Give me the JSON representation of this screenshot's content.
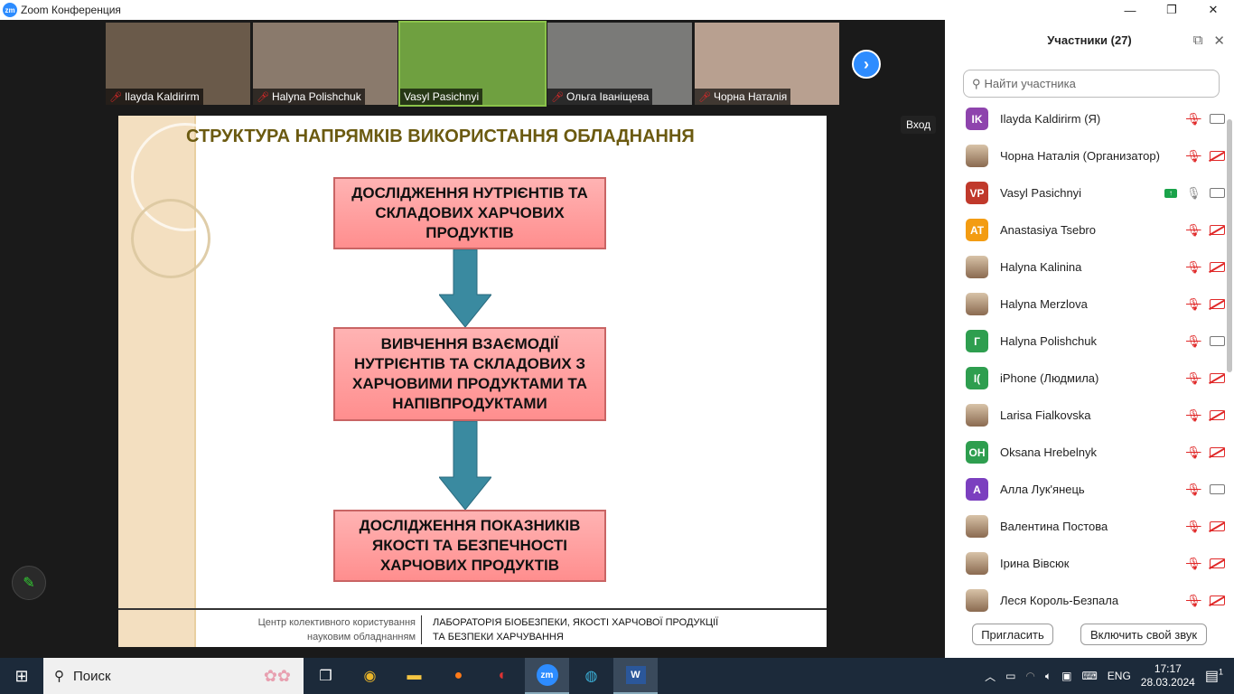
{
  "window": {
    "title": "Zoom Конференция",
    "logo": "zm"
  },
  "videos": [
    {
      "name": "Ilayda Kaldirirm",
      "muted": true,
      "bg": "#6a5a4a"
    },
    {
      "name": "Halyna Polishchuk",
      "muted": true,
      "bg": "#8a7a6c"
    },
    {
      "name": "Vasyl Pasichnyi",
      "muted": false,
      "bg": "#6fa040"
    },
    {
      "name": "Ольга Іваніщева",
      "muted": true,
      "bg": "#7a7a78"
    },
    {
      "name": "Чорна Наталія",
      "muted": true,
      "bg": "#b8a090"
    }
  ],
  "exit_label": "Вход",
  "slide": {
    "title": "СТРУКТУРА НАПРЯМКІВ ВИКОРИСТАННЯ ОБЛАДНАННЯ",
    "boxes": [
      "ДОСЛІДЖЕННЯ НУТРІЄНТІВ ТА СКЛАДОВИХ ХАРЧОВИХ ПРОДУКТІВ",
      "ВИВЧЕННЯ ВЗАЄМОДІЇ НУТРІЄНТІВ ТА СКЛАДОВИХ З ХАРЧОВИМИ ПРОДУКТАМИ ТА НАПІВПРОДУКТАМИ",
      "ДОСЛІДЖЕННЯ ПОКАЗНИКІВ ЯКОСТІ ТА БЕЗПЕЧНОСТІ ХАРЧОВИХ ПРОДУКТІВ"
    ],
    "footer_left_1": "Центр колективного користування",
    "footer_left_2": "науковим обладнанням",
    "footer_right_1": "ЛАБОРАТОРІЯ БІОБЕЗПЕКИ, ЯКОСТІ ХАРЧОВОЇ ПРОДУКЦІЇ",
    "footer_right_2": "ТА БЕЗПЕКИ ХАРЧУВАННЯ"
  },
  "panel": {
    "title": "Участники (27)",
    "search_placeholder": "Найти участника",
    "participants": [
      {
        "name": "Ilayda Kaldirirm (Я)",
        "initials": "IK",
        "color": "#8e44ad",
        "mic": "muted",
        "cam": "on"
      },
      {
        "name": "Чорна Наталія (Организатор)",
        "initials": "",
        "color": "",
        "mic": "muted",
        "cam": "off"
      },
      {
        "name": "Vasyl Pasichnyi",
        "initials": "VP",
        "color": "#c0392b",
        "mic": "on",
        "cam": "on",
        "sharing": true
      },
      {
        "name": "Anastasiya Tsebro",
        "initials": "AT",
        "color": "#f39c12",
        "mic": "muted",
        "cam": "off"
      },
      {
        "name": "Halyna Kalinina",
        "initials": "",
        "color": "",
        "mic": "muted",
        "cam": "off"
      },
      {
        "name": "Halyna Merzlova",
        "initials": "",
        "color": "",
        "mic": "muted",
        "cam": "off"
      },
      {
        "name": "Halyna Polishchuk",
        "initials": "Г",
        "color": "#2e9e4f",
        "mic": "muted",
        "cam": "on"
      },
      {
        "name": "iPhone (Людмила)",
        "initials": "І(",
        "color": "#2e9e4f",
        "mic": "muted",
        "cam": "off"
      },
      {
        "name": "Larisa Fialkovska",
        "initials": "",
        "color": "",
        "mic": "muted",
        "cam": "off"
      },
      {
        "name": "Oksana Hrebelnyk",
        "initials": "OH",
        "color": "#2e9e4f",
        "mic": "muted",
        "cam": "off"
      },
      {
        "name": "Алла Лук'янець",
        "initials": "А",
        "color": "#7b3fbf",
        "mic": "muted",
        "cam": "on"
      },
      {
        "name": "Валентина Постова",
        "initials": "",
        "color": "",
        "mic": "muted",
        "cam": "off"
      },
      {
        "name": "Ірина Вівсюк",
        "initials": "",
        "color": "",
        "mic": "muted",
        "cam": "off"
      },
      {
        "name": "Леся Король-Безпала",
        "initials": "",
        "color": "",
        "mic": "muted",
        "cam": "off"
      }
    ],
    "invite_label": "Пригласить",
    "unmute_label": "Включить свой звук"
  },
  "taskbar": {
    "search": "Поиск",
    "lang": "ENG",
    "time": "17:17",
    "date": "28.03.2024",
    "notifications": "1",
    "zoom_app": "zm"
  }
}
